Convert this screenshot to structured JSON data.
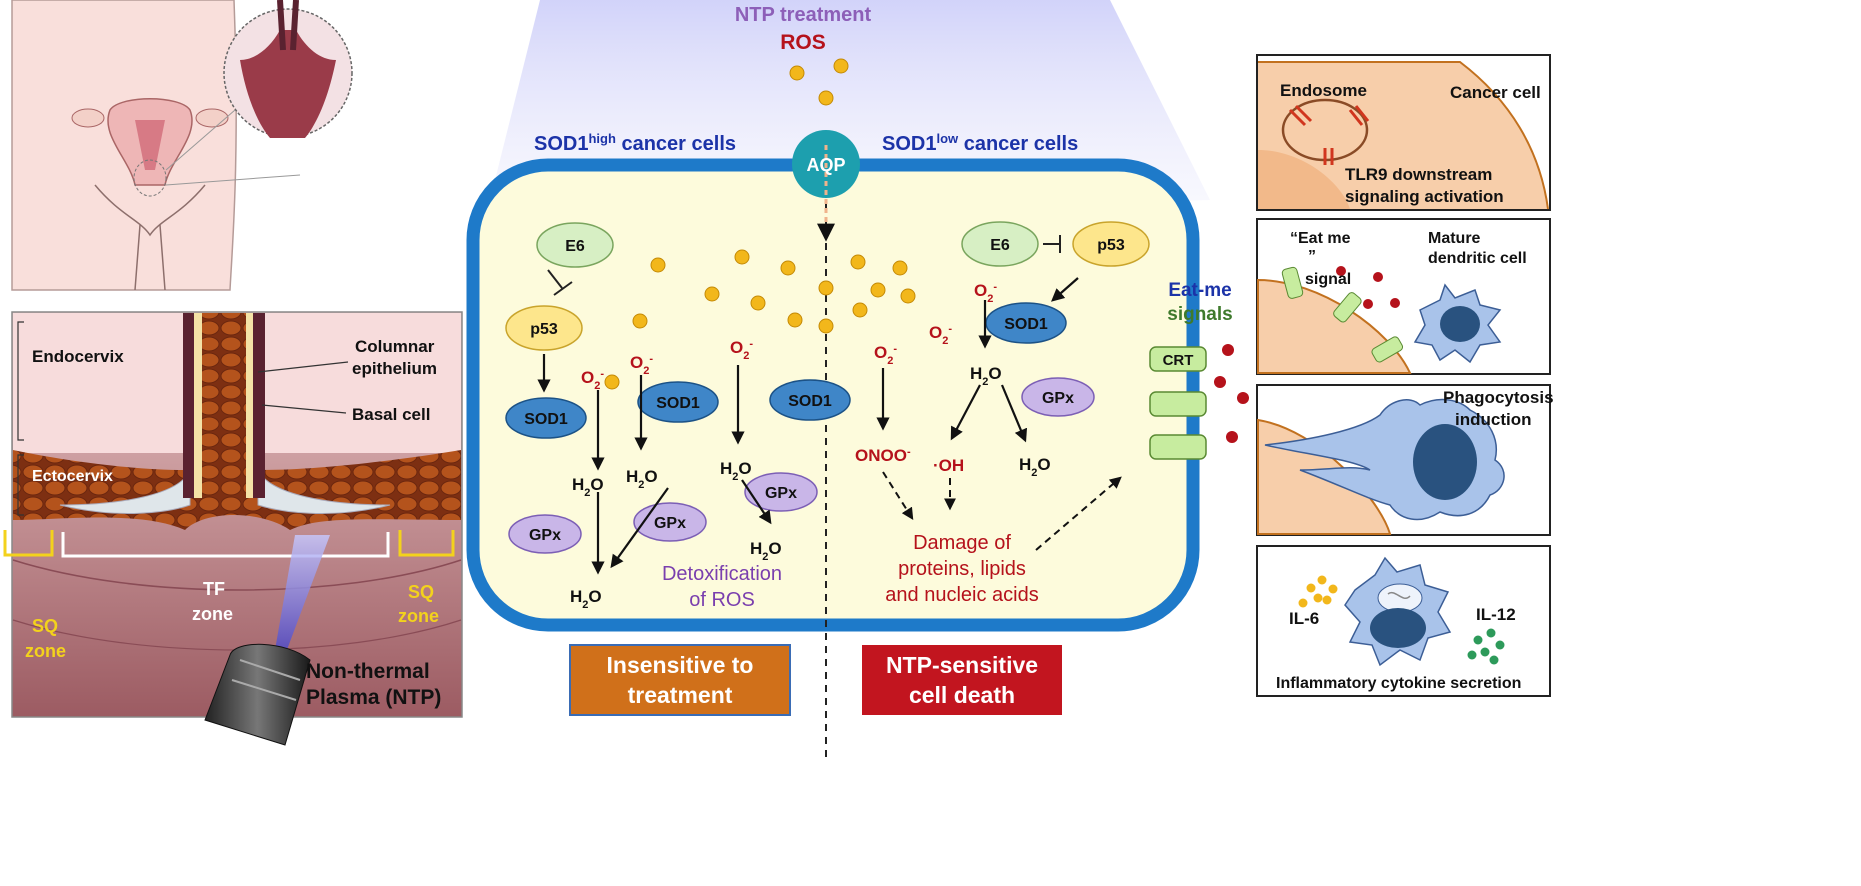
{
  "colors": {
    "cell_fill": "#fdfbdc",
    "cell_border": "#1e7ac9",
    "aqp": "#1d9fae",
    "e6_fill": "#d7efc4",
    "p53_fill": "#fde68c",
    "sod1_fill": "#3f86c8",
    "gpx_fill": "#c9b6e8",
    "ros_dot": "#f2b71b",
    "dark_red": "#b5121b",
    "purple_text": "#7a3fae",
    "blue_text": "#1c33a8",
    "orange_box": "#d0701a",
    "red_box": "#c2151f"
  },
  "anatomy": {
    "endocervix": "Endocervix",
    "ectocervix": "Ectocervix",
    "columnar": "Columnar",
    "epithelium": "epithelium",
    "basal_cell": "Basal cell",
    "tf": "TF",
    "tf_zone": "zone",
    "sq_left": "SQ",
    "sq_left_zone": "zone",
    "sq_right": "SQ",
    "sq_right_zone": "zone",
    "ntp_line1": "Non-thermal",
    "ntp_line2": "Plasma (NTP)"
  },
  "mechanism": {
    "ntp_treatment": "NTP treatment",
    "ros": "ROS",
    "aqp": "AQP",
    "sod1_prefix": "SOD1",
    "sod1_high_sup": "high",
    "sod1_low_sup": "low",
    "cancer_cells": " cancer cells",
    "e6": "E6",
    "p53": "p53",
    "sod1": "SOD1",
    "gpx": "GPx",
    "o2": "O",
    "o2_sub": "2",
    "o2_sup": "-",
    "h2o2_h": "H",
    "h2o2_sub": "2",
    "h2o2_o": "O",
    "h2o": "H",
    "h2o_sub": "2",
    "h2o_o": "O",
    "onoo": "ONOO",
    "onoo_sup": "-",
    "oh_dot": "·",
    "oh": "OH",
    "detox_line1": "Detoxification",
    "detox_line2": "of ROS",
    "damage_line1": "Damage of",
    "damage_line2": "proteins, lipids",
    "damage_line3": "and nucleic acids",
    "insensitive_line1": "Insensitive to",
    "insensitive_line2": "treatment",
    "sensitive_line1": "NTP-sensitive",
    "sensitive_line2": "cell death",
    "eatme_line1": "Eat-me",
    "eatme_line2": "signals",
    "crt": "CRT"
  },
  "panels": {
    "endosome": "Endosome",
    "cancer_cell": "Cancer cell",
    "tlr9_line1": "TLR9 downstream",
    "tlr9_line2": "signaling activation",
    "eatme_signal_line1": "“Eat me",
    "eatme_signal_line2": "”",
    "eatme_signal_line3": "signal",
    "mature_line1": "Mature",
    "mature_line2": "dendritic cell",
    "phago_line1": "Phagocytosis",
    "phago_line2": "induction",
    "il6": "IL-6",
    "il12": "IL-12",
    "inflam": "Inflammatory cytokine secretion"
  }
}
